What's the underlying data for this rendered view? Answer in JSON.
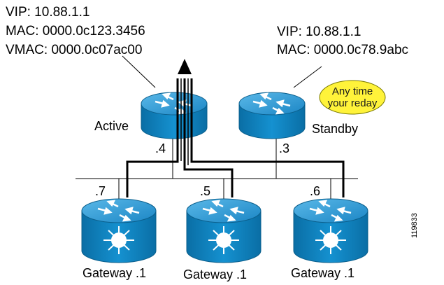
{
  "active_router": {
    "vip_line": "VIP: 10.88.1.1",
    "mac_line": "MAC: 0000.0c123.3456",
    "vmac_line": "VMAC: 0000.0c07ac00",
    "label": "Active",
    "interface": ".4"
  },
  "standby_router": {
    "vip_line": "VIP: 10.88.1.1",
    "mac_line": "MAC: 0000.0c78.9abc",
    "label": "Standby",
    "interface": ".3",
    "callout_line1": "Any time",
    "callout_line2": "your reday"
  },
  "gateways": [
    {
      "interface": ".7",
      "label": "Gateway .1"
    },
    {
      "interface": ".5",
      "label": "Gateway .1"
    },
    {
      "interface": ".6",
      "label": "Gateway .1"
    }
  ],
  "figure_id": "119833",
  "colors": {
    "router_blue": "#0f7fb8",
    "router_top": "#2d9bd6",
    "callout_yellow": "#fff33a"
  }
}
